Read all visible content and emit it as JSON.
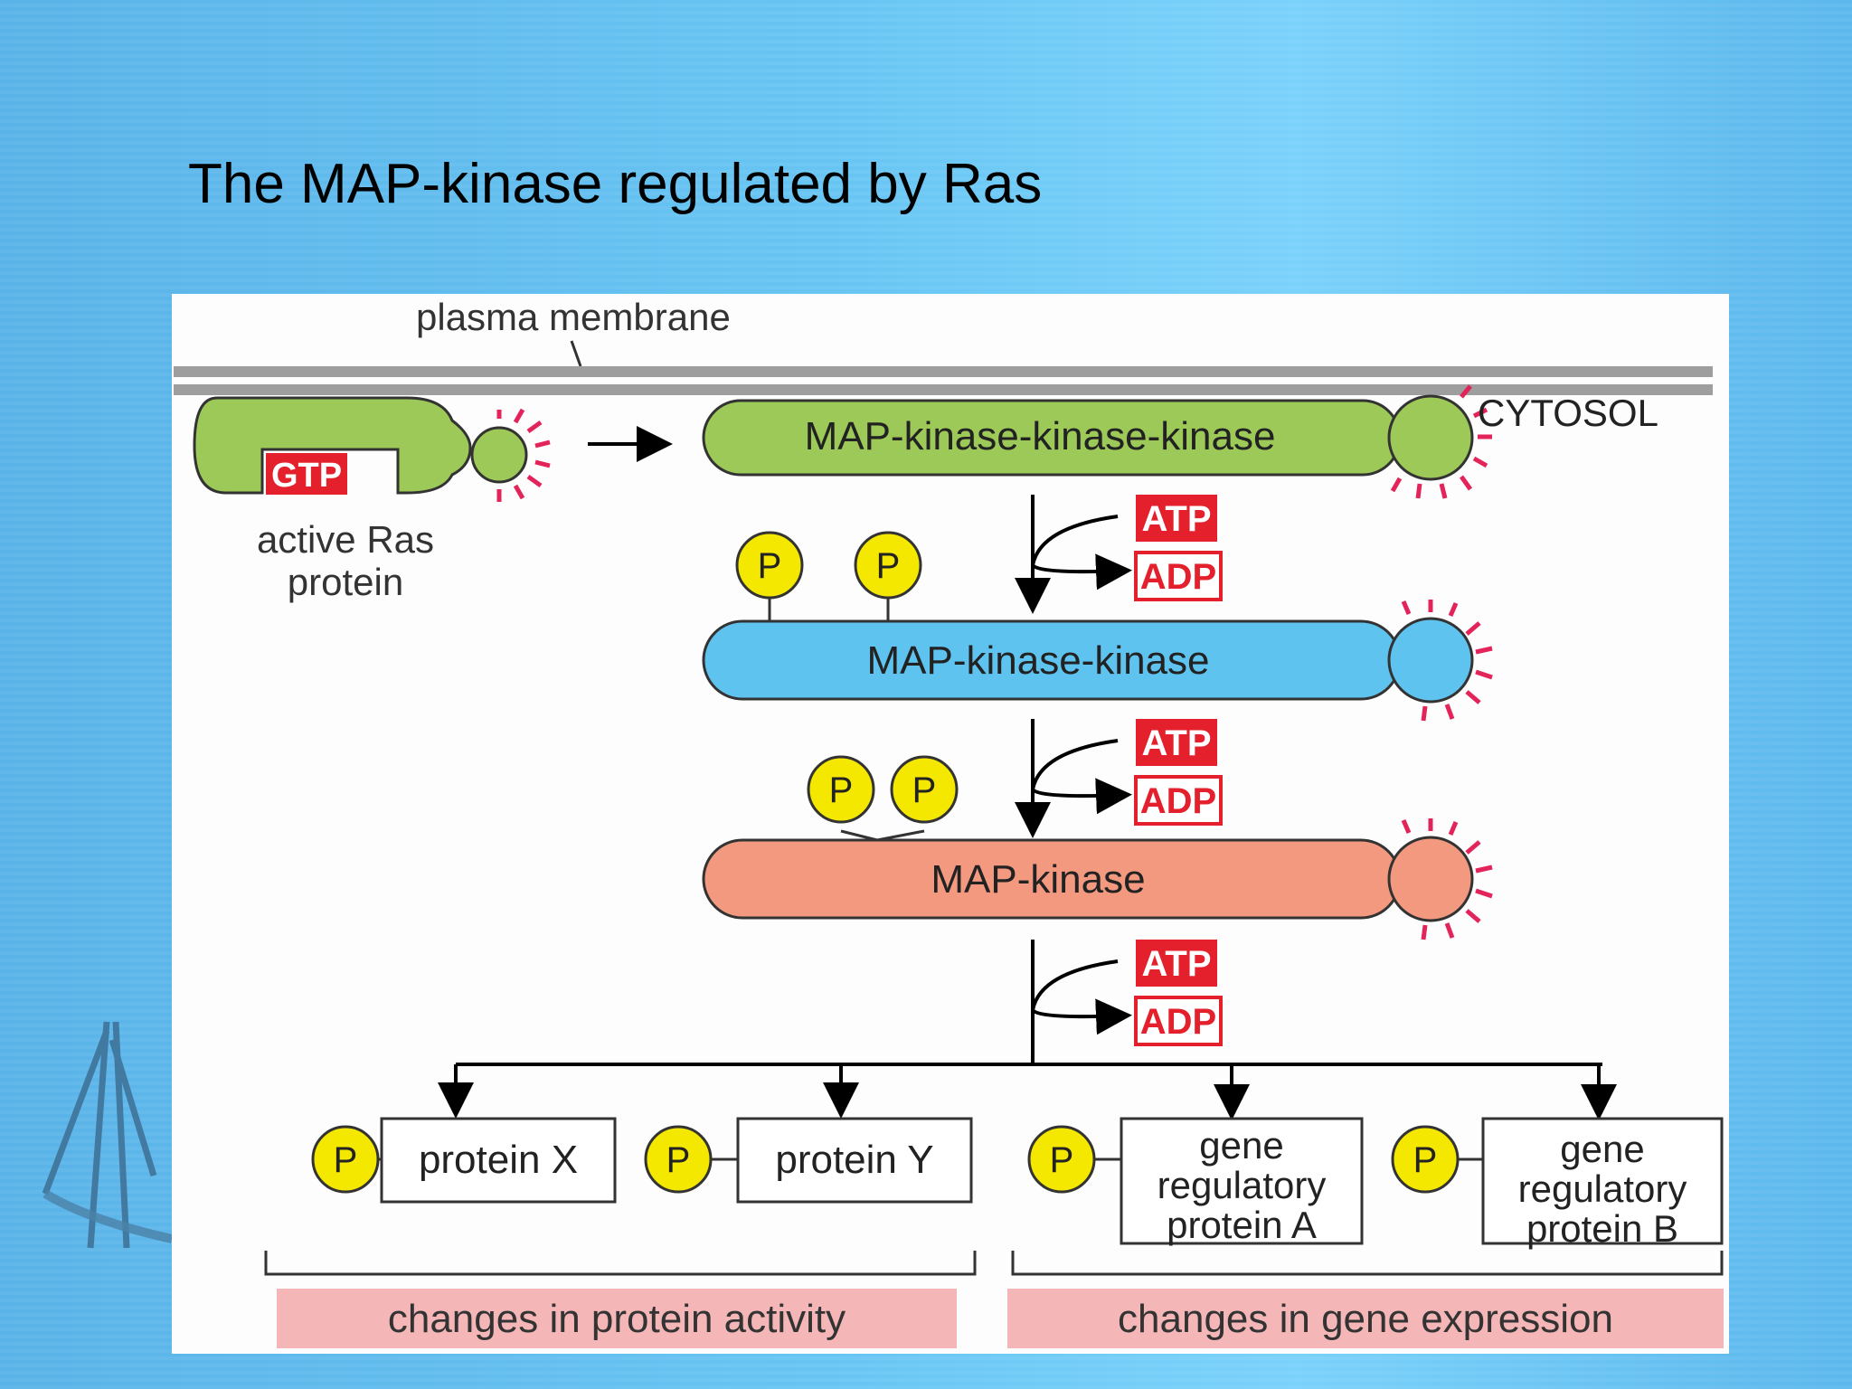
{
  "slide": {
    "title": "The MAP-kinase regulated by Ras"
  },
  "diagram": {
    "membrane_label": "plasma membrane",
    "cytosol_label": "CYTOSOL",
    "ras_label_line1": "active Ras",
    "ras_label_line2": "protein",
    "gtp": "GTP",
    "kinase3": "MAP-kinase-kinase-kinase",
    "kinase2": "MAP-kinase-kinase",
    "kinase1": "MAP-kinase",
    "atp": "ATP",
    "adp": "ADP",
    "phosphate": "P",
    "protein_x": "protein X",
    "protein_y": "protein Y",
    "gene_a_line1": "gene",
    "gene_a_line2": "regulatory",
    "gene_a_line3": "protein A",
    "gene_b_line1": "gene",
    "gene_b_line2": "regulatory",
    "gene_b_line3": "protein B",
    "protein_activity": "changes in protein activity",
    "gene_expression": "changes in gene expression"
  },
  "colors": {
    "ras_green": "#9cc957",
    "kinase2_blue": "#5ec3ee",
    "kinase1_salmon": "#f39980",
    "atp_red": "#e3202b",
    "phosphate_yellow": "#f5e800",
    "starburst": "#e3245a",
    "label_pink": "#f4b6b6"
  }
}
